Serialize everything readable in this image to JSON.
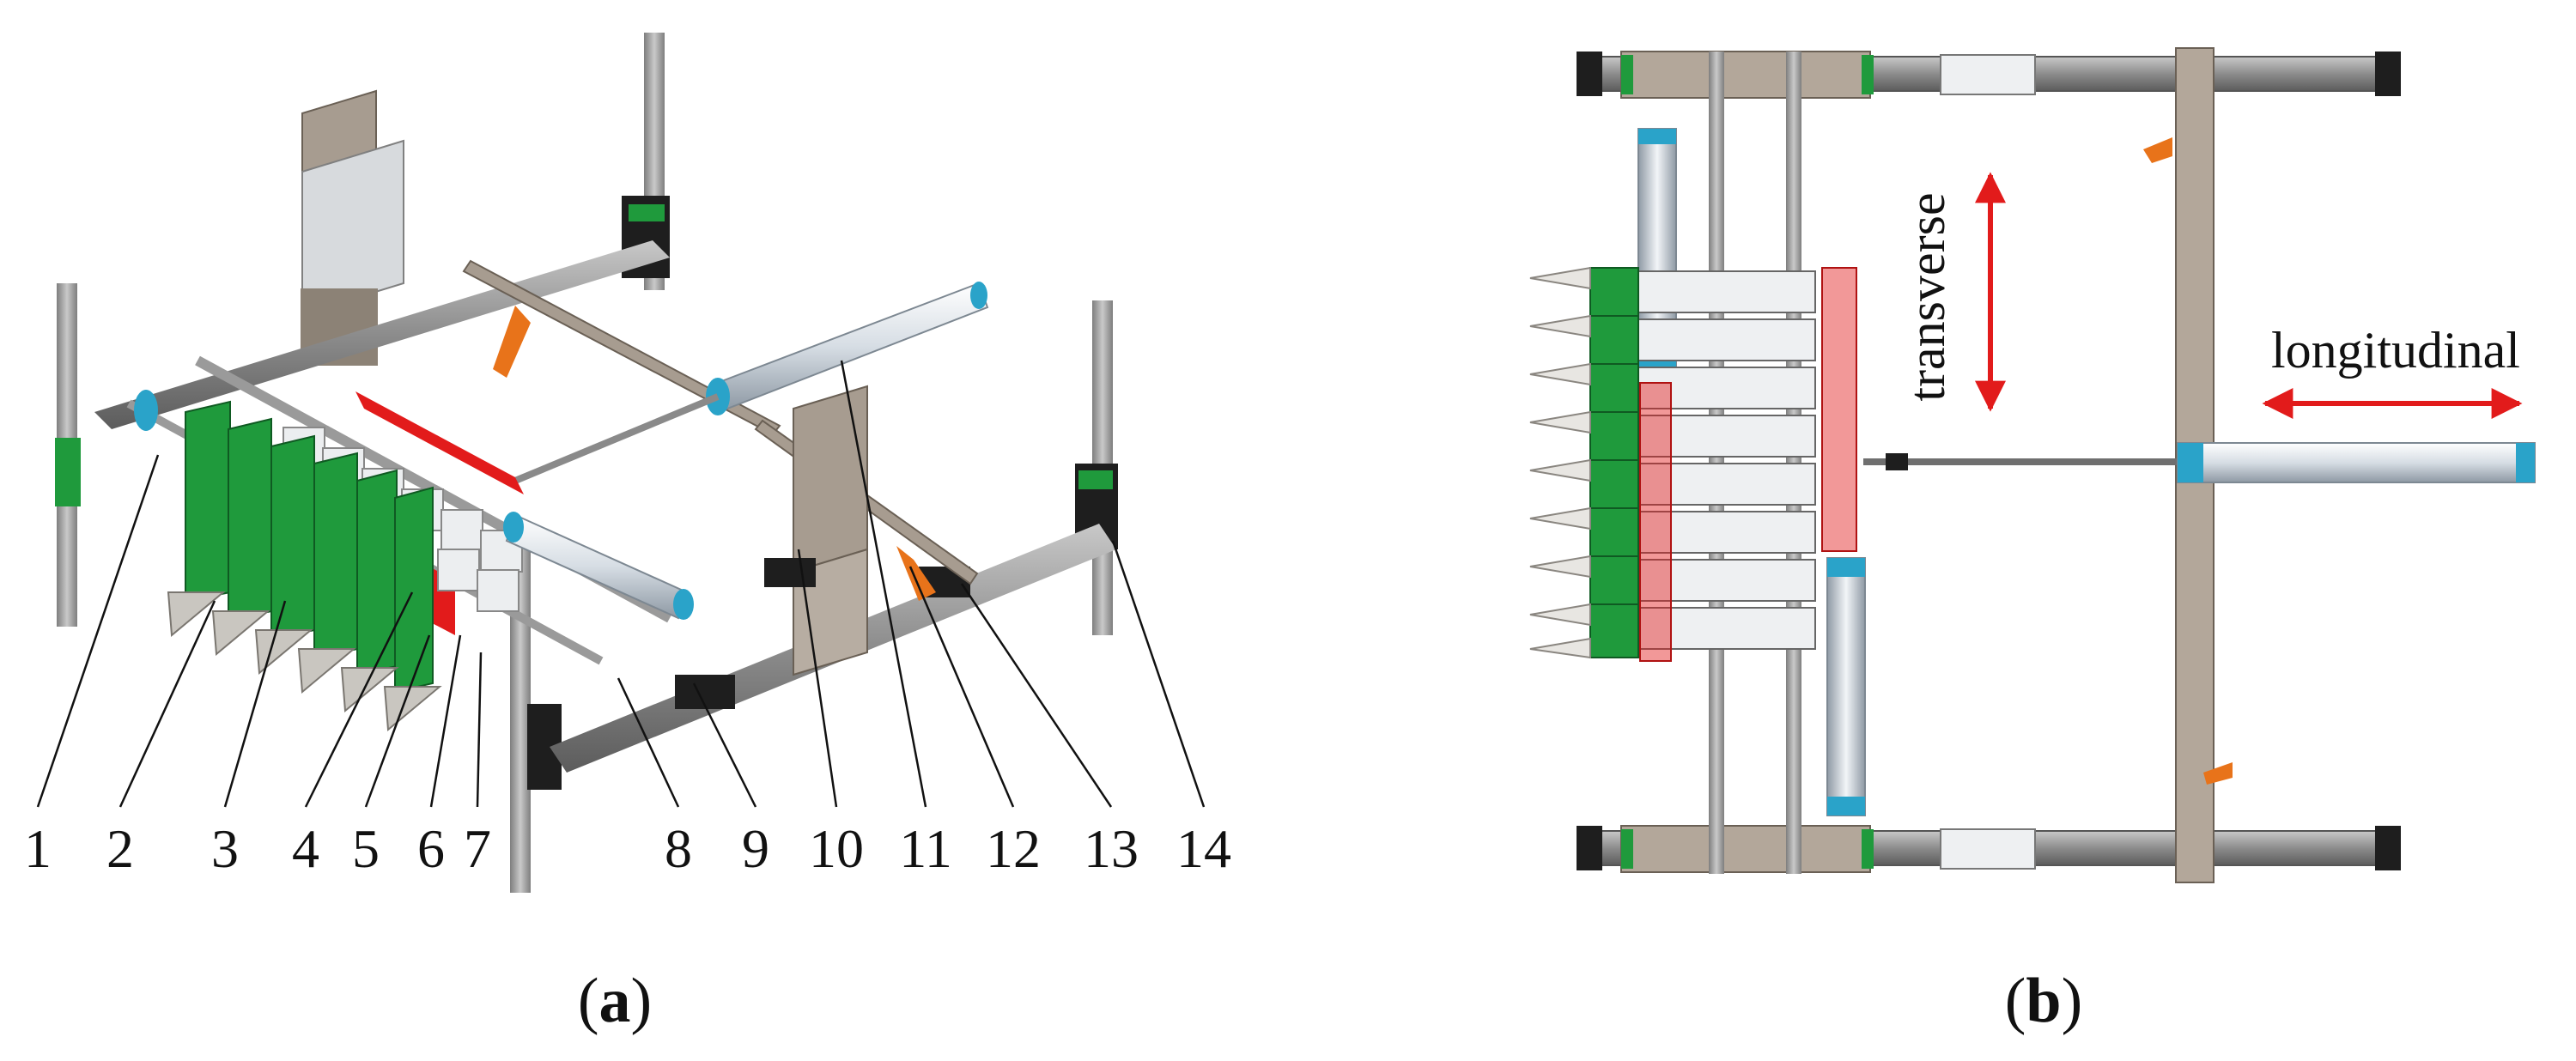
{
  "panel_a": {
    "caption_open": "(",
    "caption_letter": "a",
    "caption_close": ")",
    "callouts": [
      "1",
      "2",
      "3",
      "4",
      "5",
      "6",
      "7",
      "8",
      "9",
      "10",
      "11",
      "12",
      "13",
      "14"
    ]
  },
  "panel_b": {
    "caption_open": "(",
    "caption_letter": "b",
    "caption_close": ")",
    "label_transverse": "transverse",
    "label_longitudinal": "longitudinal"
  },
  "colors": {
    "green": "#1f9a3c",
    "red": "#e21b1b",
    "cyan": "#2aa3c9",
    "orange": "#e8731a",
    "gray": "#9a9a9a",
    "tan": "#b3a79a",
    "dark": "#2a2a2a"
  }
}
